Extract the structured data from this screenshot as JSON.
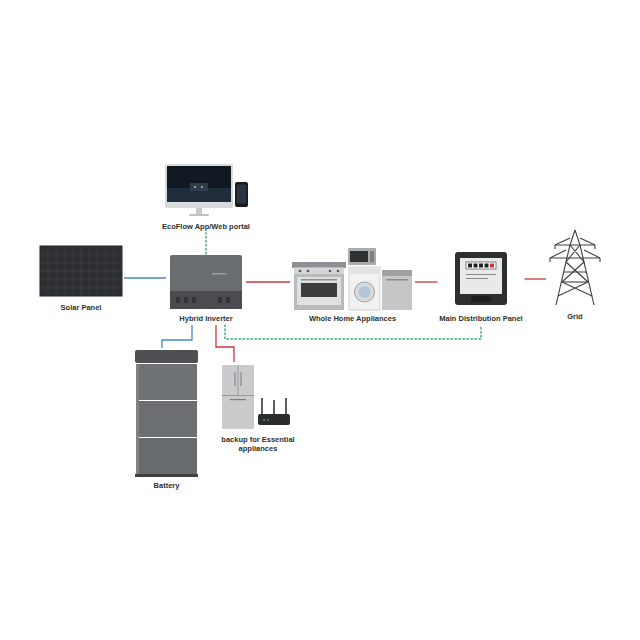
{
  "diagram": {
    "nodes": [
      {
        "text": [
          "EcoFlow App/Web portal"
        ]
      },
      {
        "text": [
          "Solar Panel"
        ]
      },
      {
        "text": [
          "Hybrid Inverter"
        ]
      },
      {
        "text": [
          "Whole Home Appliances"
        ]
      },
      {
        "text": [
          "Main Distribution Panel"
        ]
      },
      {
        "text": [
          "Grid"
        ]
      },
      {
        "text": [
          "Battery"
        ]
      },
      {
        "text": [
          "backup for Essential appliances"
        ]
      }
    ],
    "edges": [
      {
        "from": 1,
        "to": 2,
        "arrow": "none"
      },
      {
        "from": 2,
        "to": 3,
        "arrow": "none"
      },
      {
        "from": 3,
        "to": 4,
        "arrow": "none"
      },
      {
        "from": 4,
        "to": 5,
        "arrow": "none"
      },
      {
        "from": 2,
        "to": 6,
        "arrow": "none"
      },
      {
        "from": 2,
        "to": 7,
        "arrow": "none"
      },
      {
        "from": 2,
        "to": 0,
        "arrow": "none"
      },
      {
        "from": 2,
        "to": 4,
        "arrow": "none"
      }
    ]
  }
}
